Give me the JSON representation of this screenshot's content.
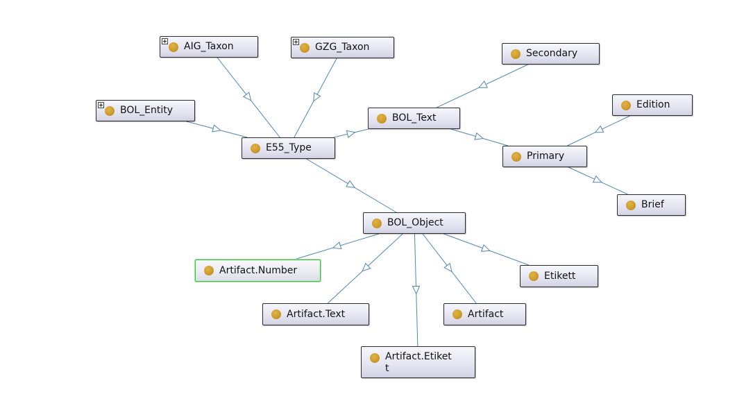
{
  "graph": {
    "nodes": {
      "aig_taxon": {
        "label": "AIG_Taxon",
        "collapsed": true
      },
      "gzg_taxon": {
        "label": "GZG_Taxon",
        "collapsed": true
      },
      "secondary": {
        "label": "Secondary"
      },
      "bol_entity": {
        "label": "BOL_Entity",
        "collapsed": true
      },
      "bol_text": {
        "label": "BOL_Text"
      },
      "edition": {
        "label": "Edition"
      },
      "e55_type": {
        "label": "E55_Type"
      },
      "primary": {
        "label": "Primary"
      },
      "brief": {
        "label": "Brief"
      },
      "bol_object": {
        "label": "BOL_Object"
      },
      "artifact_number": {
        "label": "Artifact.Number",
        "selected": true
      },
      "etikett": {
        "label": "Etikett"
      },
      "artifact_text": {
        "label": "Artifact.Text"
      },
      "artifact": {
        "label": "Artifact"
      },
      "artifact_etikett": {
        "label": "Artifact.Etiket\nt"
      }
    },
    "edges": [
      {
        "from": "aig_taxon",
        "to": "e55_type"
      },
      {
        "from": "gzg_taxon",
        "to": "e55_type"
      },
      {
        "from": "bol_entity",
        "to": "e55_type"
      },
      {
        "from": "e55_type",
        "to": "bol_text"
      },
      {
        "from": "e55_type",
        "to": "bol_object"
      },
      {
        "from": "secondary",
        "to": "bol_text"
      },
      {
        "from": "bol_text",
        "to": "primary"
      },
      {
        "from": "edition",
        "to": "primary"
      },
      {
        "from": "primary",
        "to": "brief"
      },
      {
        "from": "bol_object",
        "to": "artifact_number"
      },
      {
        "from": "bol_object",
        "to": "artifact_text"
      },
      {
        "from": "bol_object",
        "to": "artifact_etikett"
      },
      {
        "from": "bol_object",
        "to": "artifact"
      },
      {
        "from": "bol_object",
        "to": "etikett"
      }
    ],
    "colors": {
      "edge": "#4f86b4",
      "dot": "#cc9a2a",
      "selected_border": "#38c638"
    }
  }
}
